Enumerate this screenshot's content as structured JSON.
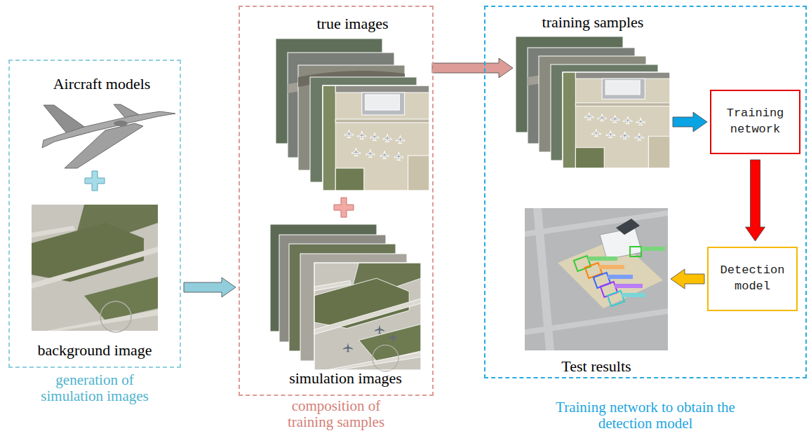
{
  "diagram": {
    "nodes": [
      {
        "text": [
          "generation of simulation images"
        ]
      },
      {
        "text": [
          "Aircraft models"
        ],
        "in": 0
      },
      {
        "text": [
          "background image"
        ],
        "in": 0
      },
      {
        "text": [
          "composition of training samples"
        ]
      },
      {
        "text": [
          "true images"
        ],
        "in": 3
      },
      {
        "text": [
          "simulation images"
        ],
        "in": 3
      },
      {
        "text": [
          "Training network to obtain the detection model"
        ]
      },
      {
        "text": [
          "training samples"
        ],
        "in": 6
      },
      {
        "text": [
          "Training network"
        ],
        "in": 6
      },
      {
        "text": [
          "Detection model"
        ],
        "in": 6
      },
      {
        "text": [
          "Test results"
        ],
        "in": 6
      }
    ],
    "edges": [
      {
        "from": 0,
        "to": 3,
        "arrow": "to"
      },
      {
        "from": 4,
        "to": 7,
        "arrow": "to"
      },
      {
        "from": 7,
        "to": 8,
        "arrow": "to"
      },
      {
        "from": 8,
        "to": 9,
        "arrow": "to"
      },
      {
        "from": 9,
        "to": 10,
        "arrow": "to"
      }
    ]
  }
}
